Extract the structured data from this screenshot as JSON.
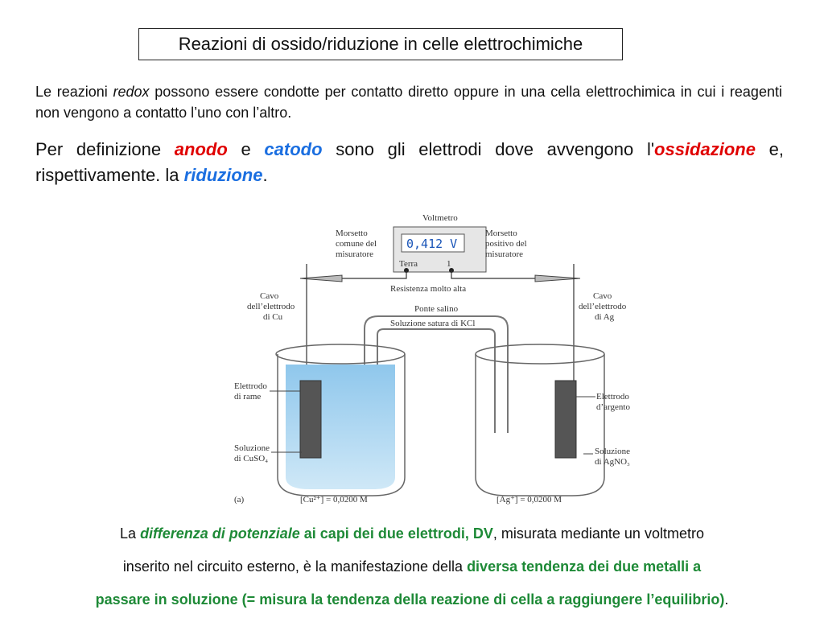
{
  "title": "Reazioni di ossido/riduzione in celle elettrochimiche",
  "intro": {
    "p1": "Le reazioni",
    "p1_italic": "redox",
    "p1_rest": "possono essere condotte per contatto diretto oppure in una cella elettrochimica in cui i reagenti non vengono a contatto l’uno con l’altro."
  },
  "definition": {
    "t1": "Per definizione",
    "anodo": "anodo",
    "t2": "e",
    "catodo": "catodo",
    "t3": "sono gli elettrodi dove avvengono l'",
    "ossidazione": "ossidazione",
    "t4": "e, rispettivamente. la",
    "riduzione": "riduzione",
    "t5": "."
  },
  "figure": {
    "voltmetro": "Voltmetro",
    "display": "0,412 V",
    "terra": "Terra",
    "one": "1",
    "morsetto_comune": [
      "Morsetto",
      "comune del",
      "misuratore"
    ],
    "morsetto_positivo": [
      "Morsetto",
      "positivo del",
      "misuratore"
    ],
    "resistenza": "Resistenza molto alta",
    "ponte_salino": "Ponte salino",
    "soluzione_kcl": "Soluzione satura di KCl",
    "cavo_cu": [
      "Cavo",
      "dell’elettrodo",
      "di Cu"
    ],
    "cavo_ag": [
      "Cavo",
      "dell’elettrodo",
      "di Ag"
    ],
    "elettrodo_rame": [
      "Elettrodo",
      "di rame"
    ],
    "elettrodo_argento": [
      "Elettrodo",
      "d’argento"
    ],
    "soluzione_cuso4": [
      "Soluzione",
      "di CuSO₄"
    ],
    "soluzione_agno3": [
      "Soluzione",
      "di AgNO₃"
    ],
    "label_a": "(a)",
    "conc_cu": "[Cu²⁺] = 0,0200 M",
    "conc_ag": "[Ag⁺] = 0,0200 M"
  },
  "bottom": {
    "l1_a": "La",
    "l1_diff": "differenza di potenziale",
    "l1_capi": "ai capi dei due elettrodi, DV",
    "l1_rest": ", misurata mediante un voltmetro",
    "l2_a": "inserito nel circuito esterno, è la manifestazione della",
    "l2_green": "diversa tendenza dei due metalli a",
    "l3_green": "passare in soluzione (= misura la tendenza della reazione di cella a raggiungere l’equilibrio)",
    "l3_end": "."
  },
  "colors": {
    "red": "#e00000",
    "blue": "#1a6ee0",
    "green": "#1e8a37"
  }
}
